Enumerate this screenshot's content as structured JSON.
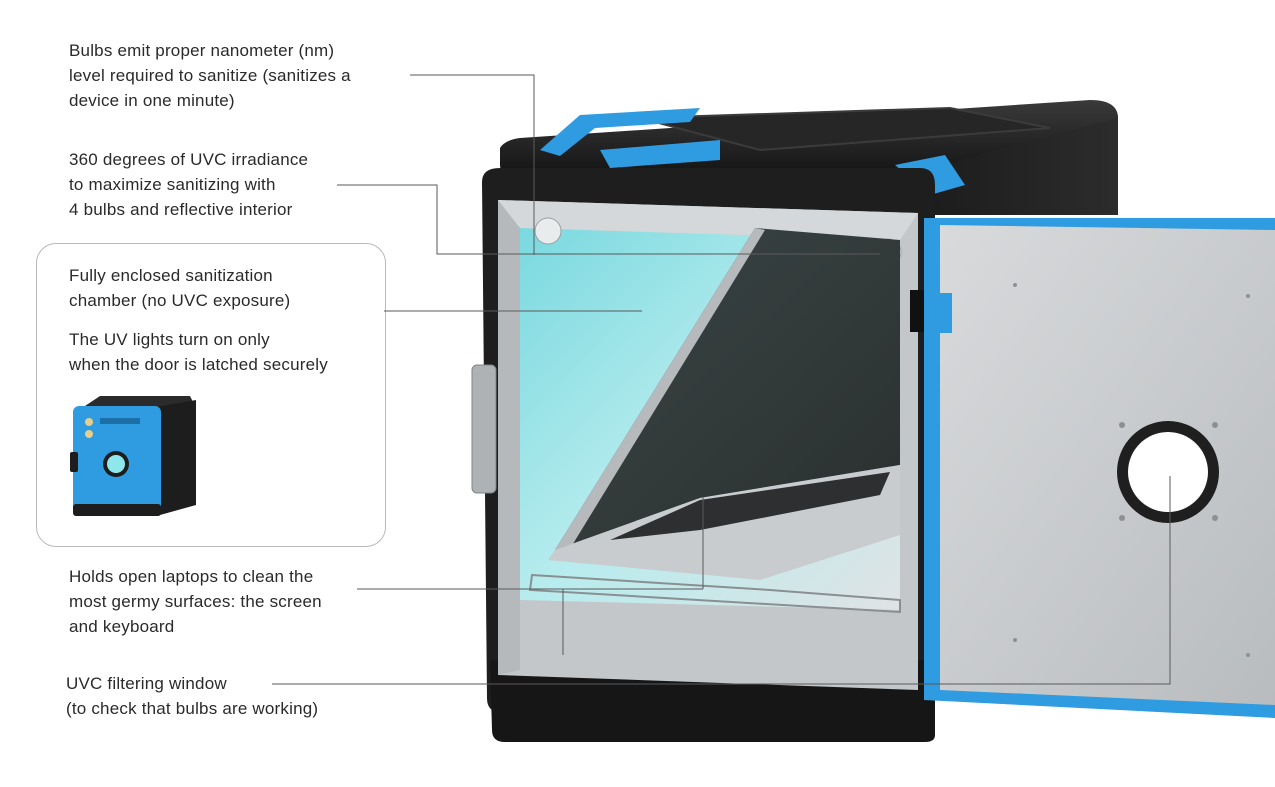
{
  "callouts": {
    "bulbs": {
      "lines": [
        "Bulbs emit proper nanometer (nm)",
        "level required to sanitize (sanitizes a",
        "device in one minute)"
      ]
    },
    "irradiance": {
      "lines": [
        "360 degrees of UVC irradiance",
        "to maximize sanitizing with",
        "4 bulbs and reflective interior"
      ]
    },
    "enclosed": {
      "para1": [
        "Fully enclosed sanitization",
        "chamber (no UVC exposure)"
      ],
      "para2": [
        "The UV lights turn on only",
        "when the door is latched securely"
      ]
    },
    "laptops": {
      "lines": [
        "Holds open laptops to clean the",
        "most germy surfaces: the screen",
        "and keyboard"
      ]
    },
    "window": {
      "lines": [
        "UVC filtering window",
        "(to check that bulbs are working)"
      ]
    }
  },
  "colors": {
    "device_blue": "#2f9be0",
    "device_black": "#1e1e1e",
    "uv_glow": "#8fe3e8",
    "leader_line": "#5a5a5a"
  },
  "icons": [
    "uv-sanitizer-device-image",
    "uv-sanitizer-thumbnail-image"
  ]
}
